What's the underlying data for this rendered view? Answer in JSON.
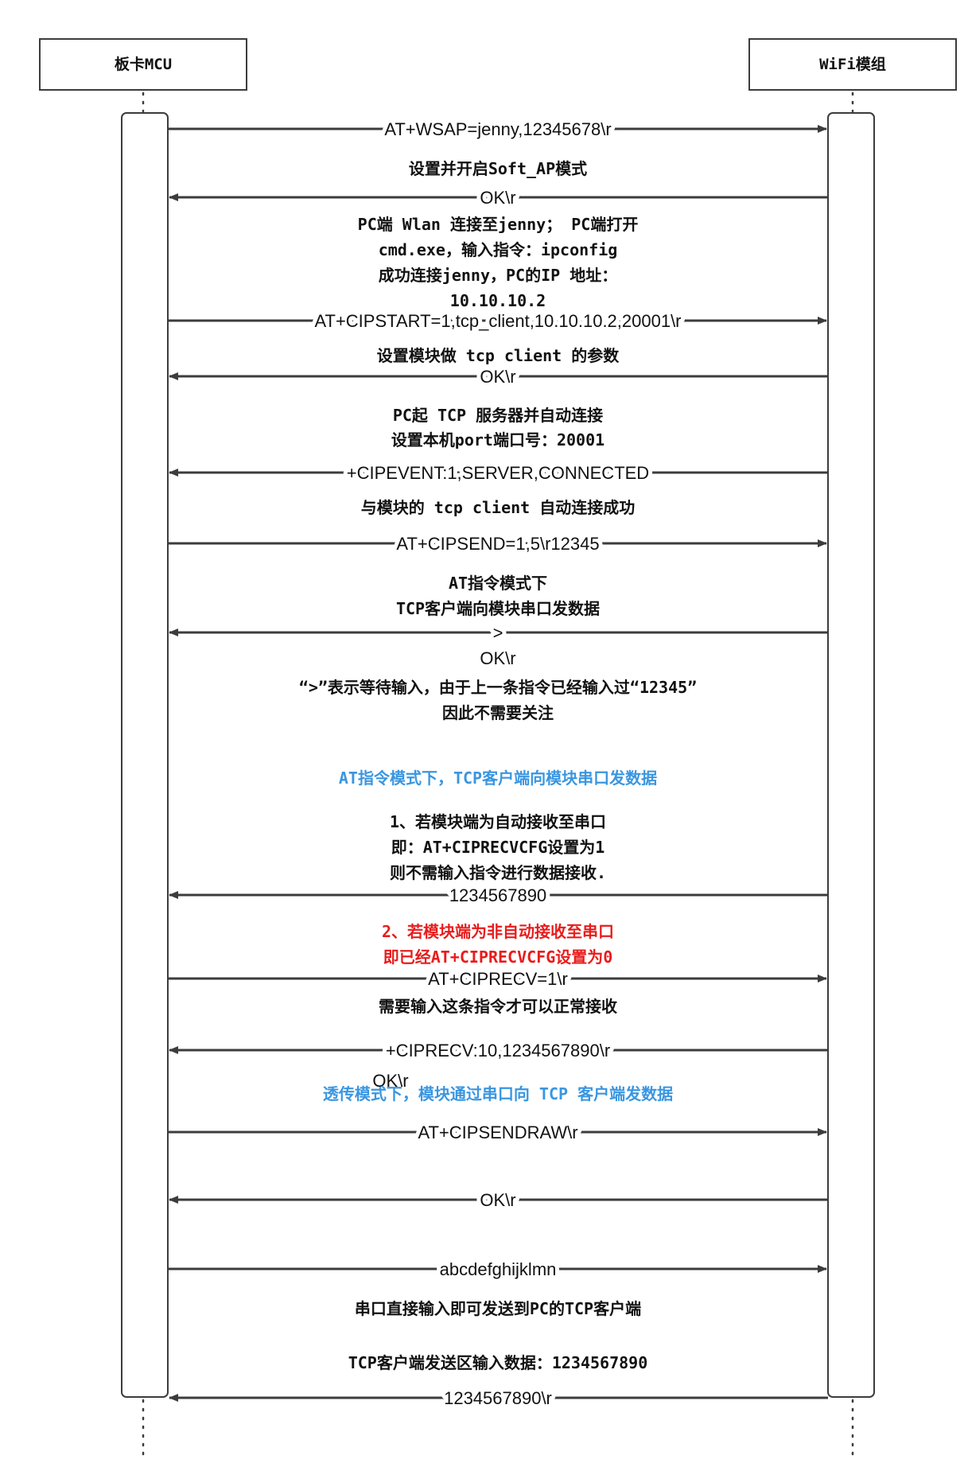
{
  "participants": {
    "left": "板卡MCU",
    "right": "WiFi模组"
  },
  "messages": [
    {
      "dir": "r",
      "label": "AT+WSAP=jenny,12345678\\r"
    },
    {
      "dir": "l",
      "label": "OK\\r"
    },
    {
      "dir": "r",
      "label": "AT+CIPSTART=1,tcp_client,10.10.10.2,20001\\r"
    },
    {
      "dir": "l",
      "label": "OK\\r"
    },
    {
      "dir": "l",
      "label": "+CIPEVENT:1,SERVER,CONNECTED"
    },
    {
      "dir": "r",
      "label": "AT+CIPSEND=1,5\\r12345"
    },
    {
      "dir": "l",
      "label": ">"
    },
    {
      "dir": "l",
      "label": "1234567890"
    },
    {
      "dir": "r",
      "label": "AT+CIPRECV=1\\r"
    },
    {
      "dir": "l",
      "label": "+CIPRECV:10,1234567890\\r"
    },
    {
      "dir": "r",
      "label": "AT+CIPSENDRAW\\r"
    },
    {
      "dir": "l",
      "label": "OK\\r"
    },
    {
      "dir": "r",
      "label": "abcdefghijklmn"
    },
    {
      "dir": "l",
      "label": "1234567890\\r"
    }
  ],
  "extra_labels": [
    "OK\\r",
    "OK\\r"
  ],
  "notes": [
    {
      "lines": [
        "设置并开启Soft_AP模式"
      ]
    },
    {
      "lines": [
        "PC端 Wlan 连接至jenny； PC端打开",
        "cmd.exe，输入指令：ipconfig",
        "成功连接jenny，PC的IP 地址：",
        "10.10.10.2"
      ]
    },
    {
      "lines": [
        "设置模块做 tcp client 的参数"
      ]
    },
    {
      "lines": [
        "PC起 TCP 服务器并自动连接",
        "设置本机port端口号：20001"
      ]
    },
    {
      "lines": [
        "与模块的 tcp client 自动连接成功"
      ]
    },
    {
      "lines": [
        "AT指令模式下",
        "TCP客户端向模块串口发数据"
      ]
    },
    {
      "lines": [
        "“>”表示等待输入，由于上一条指令已经输入过“12345”",
        "因此不需要关注"
      ]
    },
    {
      "lines": [
        "AT指令模式下，TCP客户端向模块串口发数据"
      ],
      "color": "blue"
    },
    {
      "lines": [
        "1、若模块端为自动接收至串口",
        "即：AT+CIPRECVCFG设置为1",
        "则不需输入指令进行数据接收."
      ]
    },
    {
      "lines": [
        "2、若模块端为非自动接收至串口",
        "即已经AT+CIPRECVCFG设置为0"
      ],
      "color": "red"
    },
    {
      "lines": [
        "需要输入这条指令才可以正常接收"
      ]
    },
    {
      "lines": [
        "透传模式下，模块通过串口向 TCP 客户端发数据"
      ],
      "color": "blue"
    },
    {
      "lines": [
        "串口直接输入即可发送到PC的TCP客户端"
      ]
    },
    {
      "lines": [
        "TCP客户端发送区输入数据：1234567890"
      ]
    }
  ],
  "colors": {
    "line": "#3c3c3c",
    "blue": "#3a96e0",
    "red": "#e81c1c"
  }
}
